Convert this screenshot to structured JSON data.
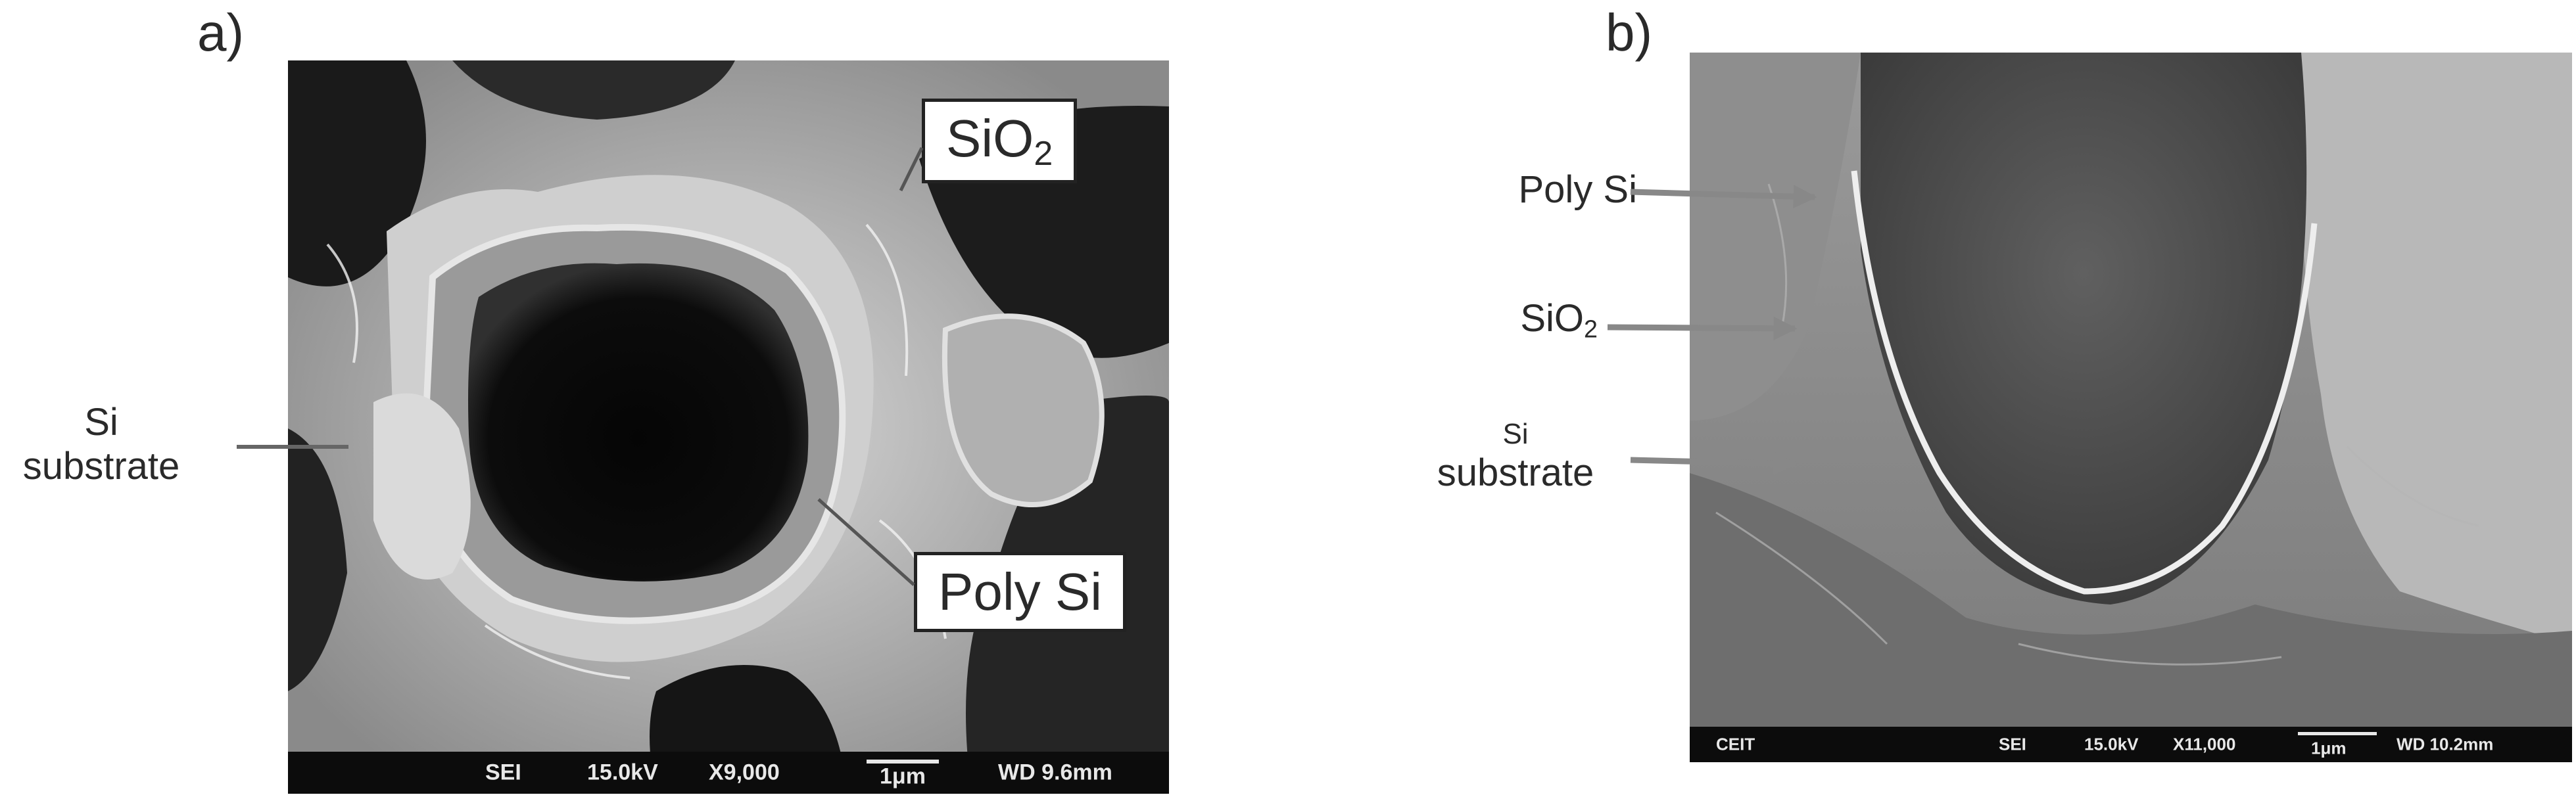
{
  "panel_a": {
    "letter": "a)",
    "labels": {
      "sio2": "SiO",
      "sio2_sub": "2",
      "poly_si": "Poly Si",
      "si_substrate_line1": "Si",
      "si_substrate_line2": "substrate"
    },
    "databar": {
      "detector": "SEI",
      "voltage": "15.0kV",
      "magnification": "X9,000",
      "scale": "1μm",
      "working_distance": "WD 9.6mm"
    }
  },
  "panel_b": {
    "letter": "b)",
    "labels": {
      "poly_si": "Poly Si",
      "sio2": "SiO",
      "sio2_sub": "2",
      "si_substrate_line1": "Si",
      "si_substrate_line2": "substrate"
    },
    "databar": {
      "institution": "CEIT",
      "detector": "SEI",
      "voltage": "15.0kV",
      "magnification": "X11,000",
      "scale": "1μm",
      "working_distance": "WD 10.2mm"
    }
  }
}
